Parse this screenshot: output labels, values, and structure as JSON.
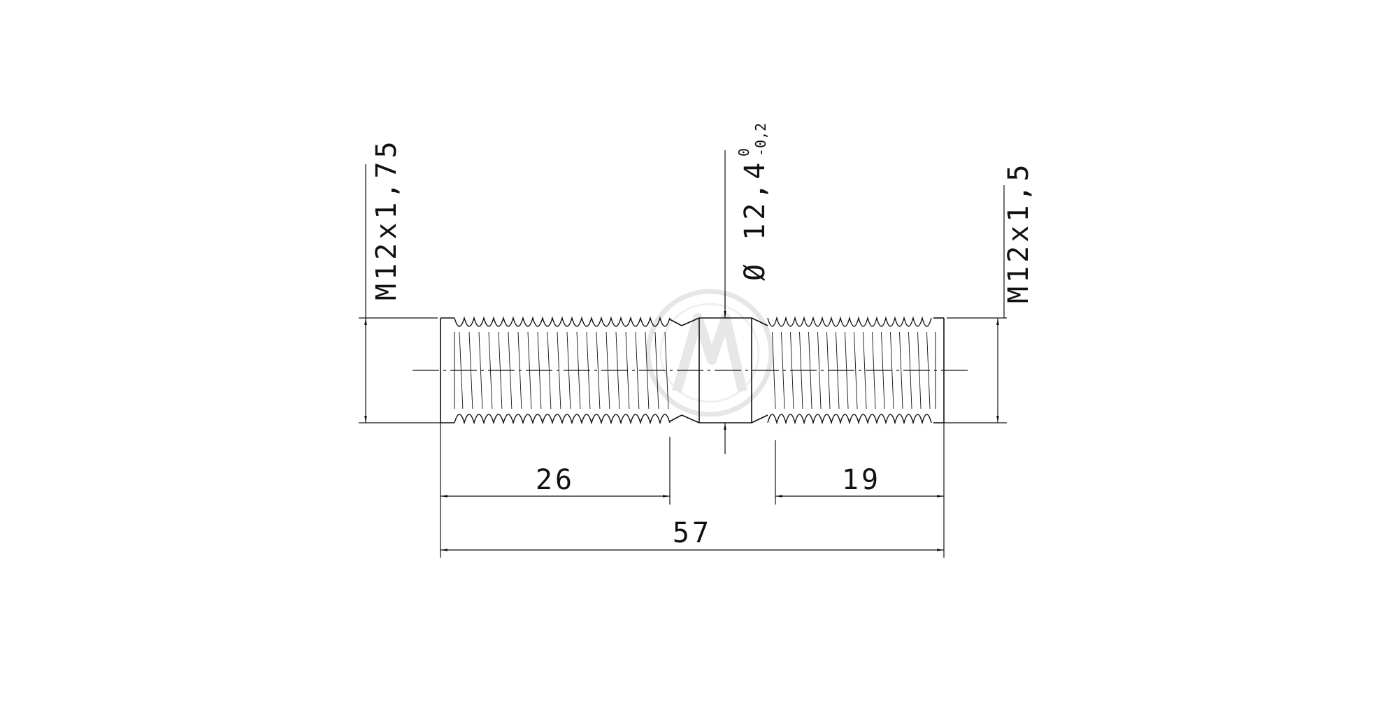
{
  "dimensions": {
    "left_thread": "M12x1,75",
    "right_thread": "M12x1,5",
    "shank_diameter_prefix": "Ø",
    "shank_diameter": "12,4",
    "tol_upper": "0",
    "tol_lower": "-0,2",
    "left_length": "26",
    "right_length": "19",
    "total_length": "57"
  },
  "colors": {
    "line": "#111111",
    "watermark": "#dedede"
  },
  "icons": {
    "watermark": "company-logo-watermark"
  }
}
